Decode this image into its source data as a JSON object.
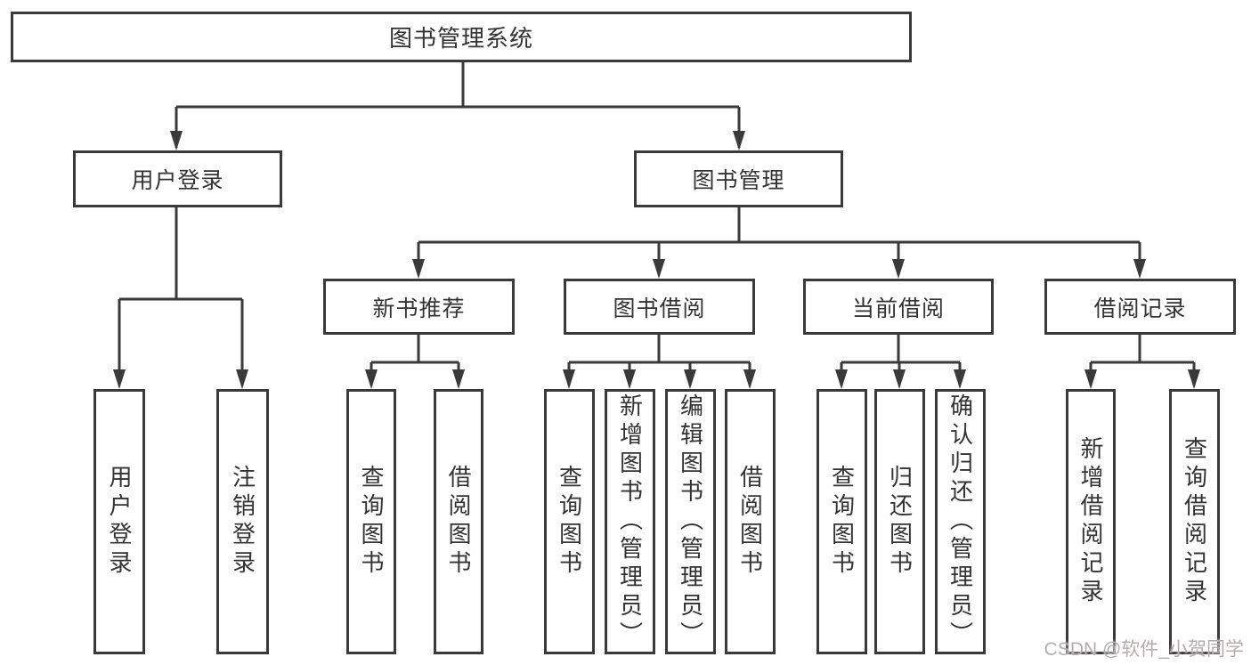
{
  "colors": {
    "line": "#3a3a3a",
    "box_border": "#3a3a3a",
    "text": "#333333",
    "background": "#ffffff",
    "watermark": "#b3aeae"
  },
  "watermark": {
    "text": "CSDN @软件_小贺同学"
  },
  "tree": {
    "label": "图书管理系统",
    "children": [
      {
        "label": "用户登录",
        "children": [
          {
            "label": "用户登录"
          },
          {
            "label": "注销登录"
          }
        ]
      },
      {
        "label": "图书管理",
        "children": [
          {
            "label": "新书推荐",
            "children": [
              {
                "label": "查询图书"
              },
              {
                "label": "借阅图书"
              }
            ]
          },
          {
            "label": "图书借阅",
            "children": [
              {
                "label": "查询图书"
              },
              {
                "label": "新增图书（管理员）"
              },
              {
                "label": "编辑图书（管理员）"
              },
              {
                "label": "借阅图书"
              }
            ]
          },
          {
            "label": "当前借阅",
            "children": [
              {
                "label": "查询图书"
              },
              {
                "label": "归还图书"
              },
              {
                "label": "确认归还（管理员）"
              }
            ]
          },
          {
            "label": "借阅记录",
            "children": [
              {
                "label": "新增借阅记录"
              },
              {
                "label": "查询借阅记录"
              }
            ]
          }
        ]
      }
    ]
  }
}
